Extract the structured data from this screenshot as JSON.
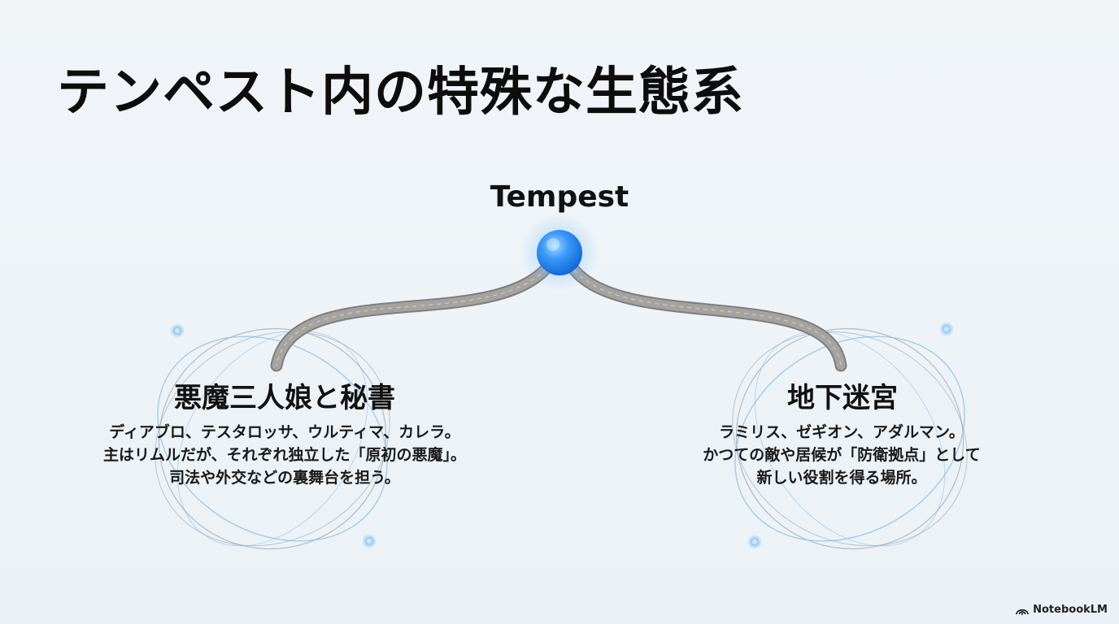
{
  "slide": {
    "title": "テンペスト内の特殊な生態系"
  },
  "diagram": {
    "root": {
      "label": "Tempest"
    },
    "branches": [
      {
        "title": "悪魔三人娘と秘書",
        "lines": [
          "ディアブロ、テスタロッサ、ウルティマ、カレラ。",
          "主はリムルだが、それぞれ独立した「原初の悪魔」。",
          "司法や外交などの裏舞台を担う。"
        ]
      },
      {
        "title": "地下迷宮",
        "lines": [
          "ラミリス、ゼギオン、アダルマン。",
          "かつての敵や居候が「防衛拠点」として",
          "新しい役割を得る場所。"
        ]
      }
    ]
  },
  "brand": {
    "name": "NotebookLM",
    "icon": "notebooklm-logo-icon"
  },
  "colors": {
    "node": "#2f8ff5",
    "road": "#8c8c8c",
    "orbit_blue": "#8cc3ea",
    "orbit_gray": "#9aa3ab"
  }
}
